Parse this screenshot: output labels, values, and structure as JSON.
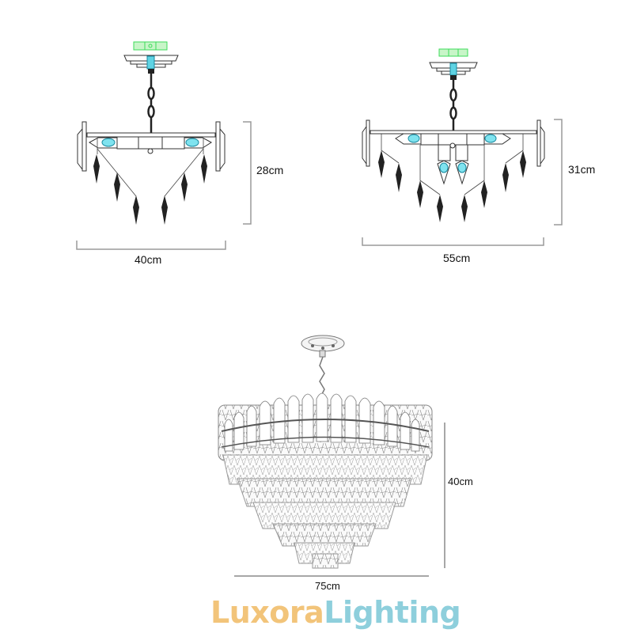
{
  "diagrams": [
    {
      "name": "small-chandelier",
      "width_label": "40cm",
      "height_label": "28cm"
    },
    {
      "name": "medium-chandelier",
      "width_label": "55cm",
      "height_label": "31cm"
    },
    {
      "name": "large-crystal-chandelier",
      "width_label": "75cm",
      "height_label": "40cm"
    }
  ],
  "brand": {
    "part1": "Luxora",
    "part2": "Lighting",
    "color_part1": "#f2c47a",
    "color_part2": "#8ecfdc"
  },
  "colors": {
    "dimension_line": "#9a9a9a",
    "bulb_highlight": "#5fd3e3",
    "canopy_highlight": "#3ddc5a",
    "crystal_dark": "#222222"
  }
}
